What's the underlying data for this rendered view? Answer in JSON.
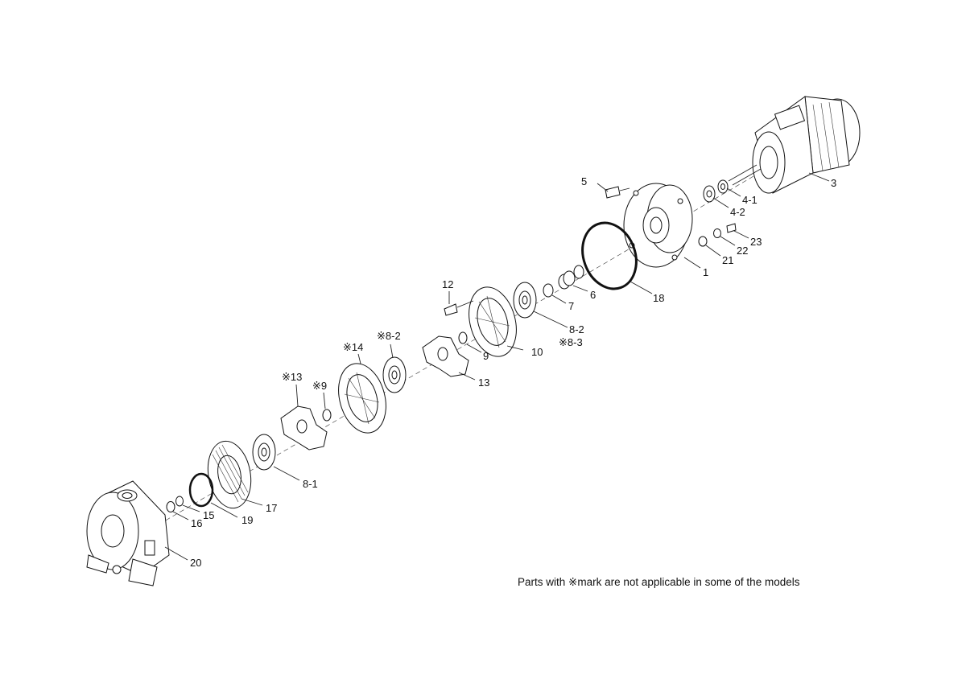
{
  "note": "Parts with ※mark are not  applicable in some of the models",
  "labels": {
    "p3": "3",
    "p5": "5",
    "p4_1": "4-1",
    "p4_2": "4-2",
    "p23": "23",
    "p22": "22",
    "p21": "21",
    "p1": "1",
    "p18": "18",
    "p6": "6",
    "p7": "7",
    "p12": "12",
    "p8_2": "8-2",
    "p8_3": "※8-3",
    "p10": "10",
    "p9": "9",
    "p13": "13",
    "p8_2m": "※8-2",
    "p14m": "※14",
    "p13m": "※13",
    "p9m": "※9",
    "p8_1": "8-1",
    "p17": "17",
    "p19": "19",
    "p15": "15",
    "p16": "16",
    "p20": "20"
  }
}
